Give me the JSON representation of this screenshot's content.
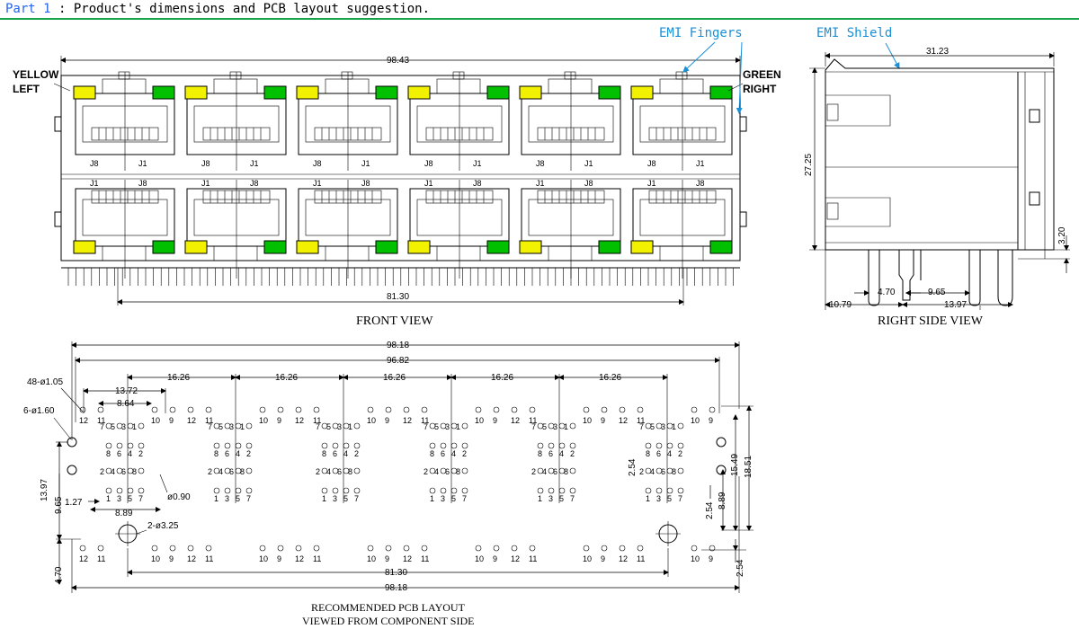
{
  "header": {
    "part": "Part 1",
    "sep": " : ",
    "title": "Product's dimensions and PCB layout suggestion."
  },
  "colors": {
    "yellow": "#f2f200",
    "green": "#00c000",
    "emi": "#1a8fd6",
    "accent_rule": "#16a34a"
  },
  "front_view": {
    "caption": "FRONT VIEW",
    "overall_width": "98.43",
    "pin_span": "81.30",
    "yellow_label": [
      "YELLOW",
      "LEFT"
    ],
    "green_label": [
      "GREEN",
      "RIGHT"
    ],
    "top_pins": [
      "J8",
      "J1"
    ],
    "bottom_pins": [
      "J1",
      "J8"
    ]
  },
  "emi": {
    "fingers": "EMI Fingers",
    "shield": "EMI Shield"
  },
  "side_view": {
    "caption": "RIGHT SIDE VIEW",
    "depth": "31.23",
    "height": "27.25",
    "pin_len": "3.20",
    "d1": "4.70",
    "d2": "9.65",
    "d3": "10.79",
    "d4": "13.97"
  },
  "pcb": {
    "caption_1": "RECOMMENDED PCB LAYOUT",
    "caption_2": "VIEWED FROM COMPONENT SIDE",
    "overall_top": "98.18",
    "inner_top": "96.82",
    "overall_bottom": "98.18",
    "post_span": "81.30",
    "pitch": "16.26",
    "d_13_72": "13.72",
    "d_8_64": "8.64",
    "holes_small": "48-ø1.05",
    "holes_med": "6-ø1.60",
    "holes_big": "2-ø3.25",
    "hole_090": "ø0.90",
    "d_1_27": "1.27",
    "d_8_89": "8.89",
    "left_13_97": "13.97",
    "left_9_65": "9.65",
    "left_4_70": "4.70",
    "right_2_54a": "2.54",
    "right_2_54b": "2.54",
    "right_8_89": "8.89",
    "right_15_49": "15.49",
    "right_18_51": "18.51",
    "right_2_54c": "2.54",
    "top_group": [
      "12",
      "11",
      "10",
      "9"
    ],
    "mid_row_a": [
      "7",
      "5",
      "3",
      "1"
    ],
    "mid_row_b": [
      "8",
      "6",
      "4",
      "2"
    ],
    "mid_row_c": [
      "2",
      "4",
      "6",
      "8"
    ],
    "mid_row_d": [
      "1",
      "3",
      "5",
      "7"
    ],
    "bottom_group": [
      "12",
      "11",
      "10",
      "9"
    ]
  }
}
